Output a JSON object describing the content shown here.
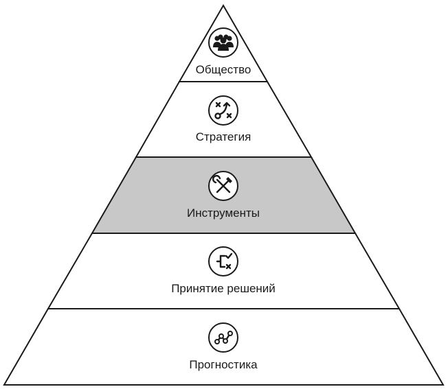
{
  "levels": [
    {
      "label": "Общество",
      "icon": "people-group-icon",
      "highlighted": false
    },
    {
      "label": "Стратегия",
      "icon": "strategy-play-icon",
      "highlighted": false
    },
    {
      "label": "Инструменты",
      "icon": "wrench-screwdriver-icon",
      "highlighted": true
    },
    {
      "label": "Принятие решений",
      "icon": "decision-flow-icon",
      "highlighted": false
    },
    {
      "label": "Прогностика",
      "icon": "trend-line-icon",
      "highlighted": false
    }
  ],
  "colors": {
    "outline": "#1a1a1a",
    "band_fill": "#ffffff",
    "highlight_fill": "#c8c8c8"
  }
}
